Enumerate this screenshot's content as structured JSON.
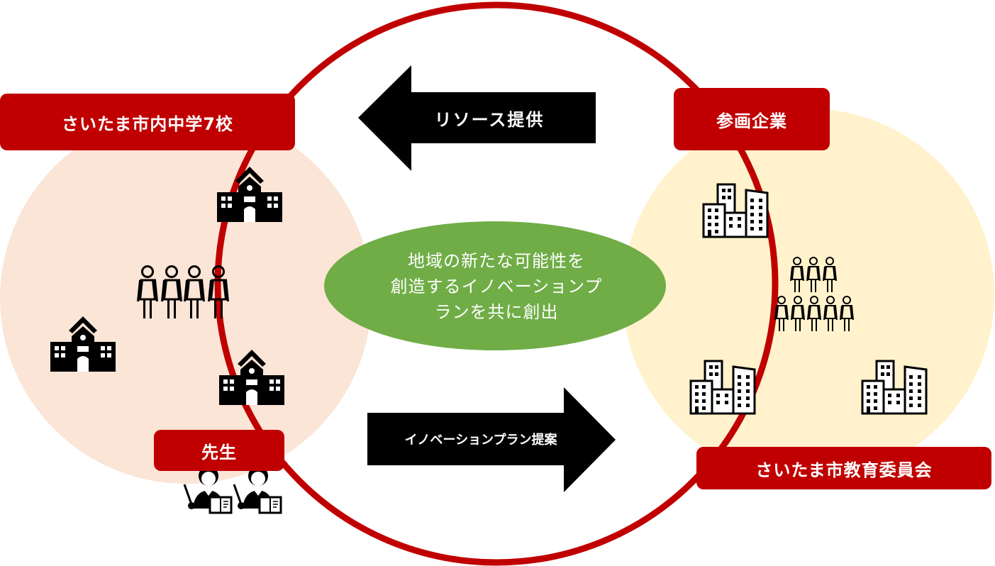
{
  "colors": {
    "red": "#c00000",
    "green": "#70ad47",
    "peach": "#fbe5d6",
    "yellow": "#fff2cc",
    "black": "#000000"
  },
  "left_group": {
    "title": "さいたま市内中学7校",
    "sub_label": "先生",
    "icons": [
      "school-icon",
      "students-icon",
      "teacher-icon"
    ]
  },
  "right_group": {
    "title": "参画企業",
    "bottom_label": "さいたま市教育委員会",
    "icons": [
      "office-building-icon",
      "people-group-icon"
    ]
  },
  "arrows": {
    "top": "リソース提供",
    "bottom": "イノベーションプラン提案"
  },
  "center": {
    "line1": "地域の新たな可能性を",
    "line2": "創造するイノベーションプ",
    "line3": "ランを共に創出"
  }
}
